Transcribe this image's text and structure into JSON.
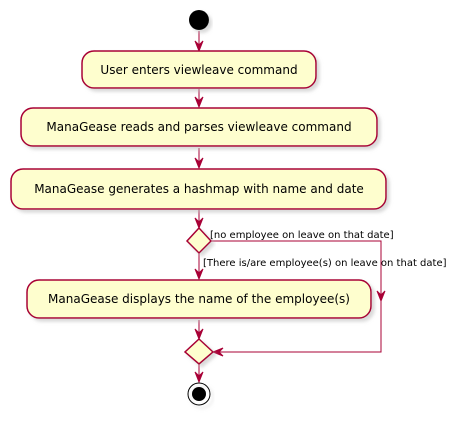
{
  "diagram": {
    "type": "activity",
    "colors": {
      "node_fill": "#FEFECE",
      "node_stroke": "#A80036",
      "edge": "#A80036",
      "start_fill": "#000000",
      "background": "#FFFFFF"
    },
    "actions": [
      "User enters viewleave command",
      "ManaGease reads and parses viewleave command",
      "ManaGease generates a hashmap with name and date",
      "ManaGease displays the name of the employee(s)"
    ],
    "guards": {
      "no_employee": "[no employee on leave on that date]",
      "has_employees": "[There is/are employee(s) on leave on that date]"
    }
  }
}
